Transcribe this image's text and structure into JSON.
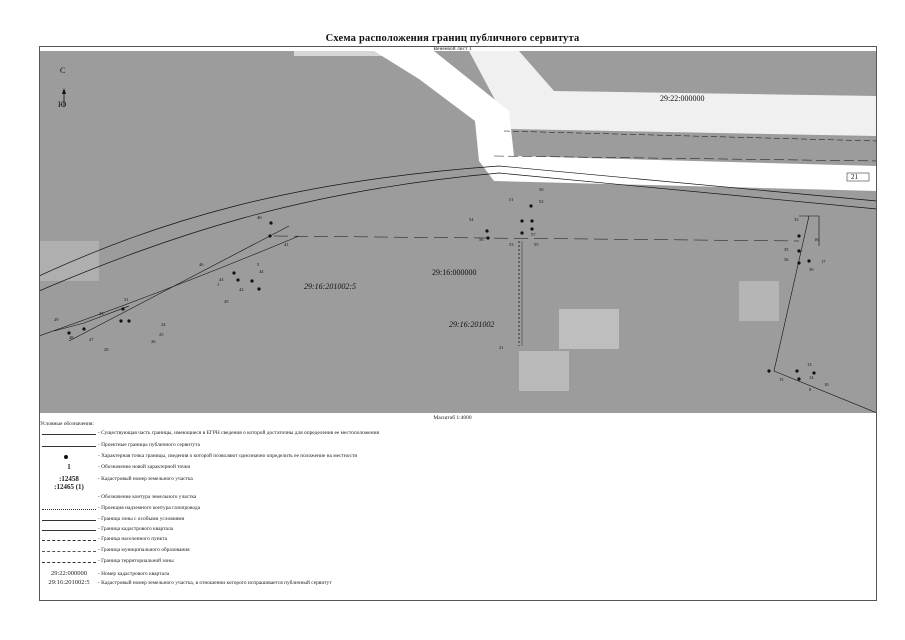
{
  "title": "Схема расположения границ публичного сервитута",
  "sheet_label": "Венеевой лист 1",
  "scale_label": "Масштаб 1:4000",
  "compass": {
    "north": "С",
    "south": "Ю"
  },
  "map_labels": {
    "quarter_top": "29:22:000000",
    "quarter_center": "29:16:000000",
    "parcel_left": "29:16:201002:5",
    "parcel_mid": "29:16:201002",
    "right_tag": "21"
  },
  "point_labels": [
    "40",
    "41",
    "42",
    "43",
    "44",
    "45",
    "46",
    "47",
    "48",
    "50",
    "51",
    "52",
    "53",
    "54",
    "55",
    "56",
    "57",
    "1",
    "5",
    "8",
    "10",
    "13",
    "14",
    "15",
    "16",
    "17",
    "20",
    "21",
    "23",
    "24",
    "25",
    "26",
    "29",
    "31",
    "33",
    "35",
    "36",
    "39"
  ],
  "colors": {
    "map_fill": "#9c9c9c",
    "road_fill": "#ffffff",
    "line": "#111111",
    "frame": "#555555"
  },
  "legend": {
    "title": "Условные обозначения:",
    "items": [
      {
        "symbol": "solid-thin",
        "text": "- Существующая часть границы, имеющиеся в ЕГРН сведения о которой достаточны для определения ее местоположения"
      },
      {
        "symbol": "solid-thin",
        "text": "- Проектные границы публичного сервитута"
      },
      {
        "symbol": "dot",
        "text": "- Характерная точка границы, сведения о которой позволяют однозначно определить ее положение на местности"
      },
      {
        "symbol": "number",
        "symbol_text": "1",
        "text": "- Обозначение новой характерной точки"
      },
      {
        "symbol": "cad-number",
        "symbol_text": ":12458",
        "symbol_text2": ":12465 (1)",
        "text": "- Кадастровый номер земельного участка"
      },
      {
        "symbol": "cad-number-blank",
        "text": "- Обозначение контура земельного участка"
      },
      {
        "symbol": "dotted",
        "text": "- Проекция надземного контура газопровода"
      },
      {
        "symbol": "solid-double",
        "text": "- Граница зоны с особыми условиями"
      },
      {
        "symbol": "solid-med",
        "text": "- Граница кадастрового квартала"
      },
      {
        "symbol": "dash-dot",
        "text": "- Граница населенного пункта"
      },
      {
        "symbol": "dashed",
        "text": "- Граница муниципального образования"
      },
      {
        "symbol": "dash-long",
        "text": "- Граница территориальной зоны"
      },
      {
        "symbol": "text-quarter",
        "symbol_text": "29:22:000000",
        "text": "- Номер кадастрового квартала"
      },
      {
        "symbol": "text-parcel",
        "symbol_text": "29:16:201002:5",
        "text": "- Кадастровый номер земельного участка, в отношении которого испрашивается публичный сервитут"
      }
    ]
  }
}
